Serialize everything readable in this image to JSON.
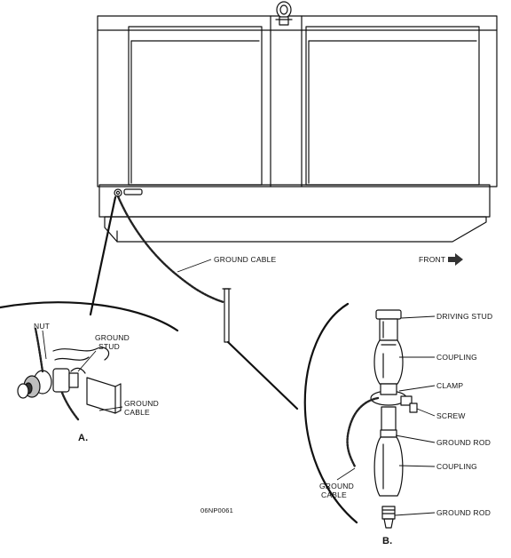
{
  "labels": {
    "ground_cable_main": "GROUND CABLE",
    "front": "FRONT",
    "nut": "NUT",
    "ground_stud_line1": "GROUND",
    "ground_stud_line2": "STUD",
    "ground_cable_a_line1": "GROUND",
    "ground_cable_a_line2": "CABLE",
    "detail_a": "A.",
    "driving_stud": "DRIVING STUD",
    "coupling_upper": "COUPLING",
    "clamp": "CLAMP",
    "screw": "SCREW",
    "ground_rod_upper": "GROUND ROD",
    "coupling_lower": "COUPLING",
    "ground_rod_lower": "GROUND ROD",
    "ground_cable_b_line1": "GROUND",
    "ground_cable_b_line2": "CABLE",
    "detail_b": "B.",
    "figure_id": "06NP0061"
  },
  "icons": {
    "front_arrow": "arrow-right-icon",
    "lifting_eye": "lifting-eye-icon"
  }
}
